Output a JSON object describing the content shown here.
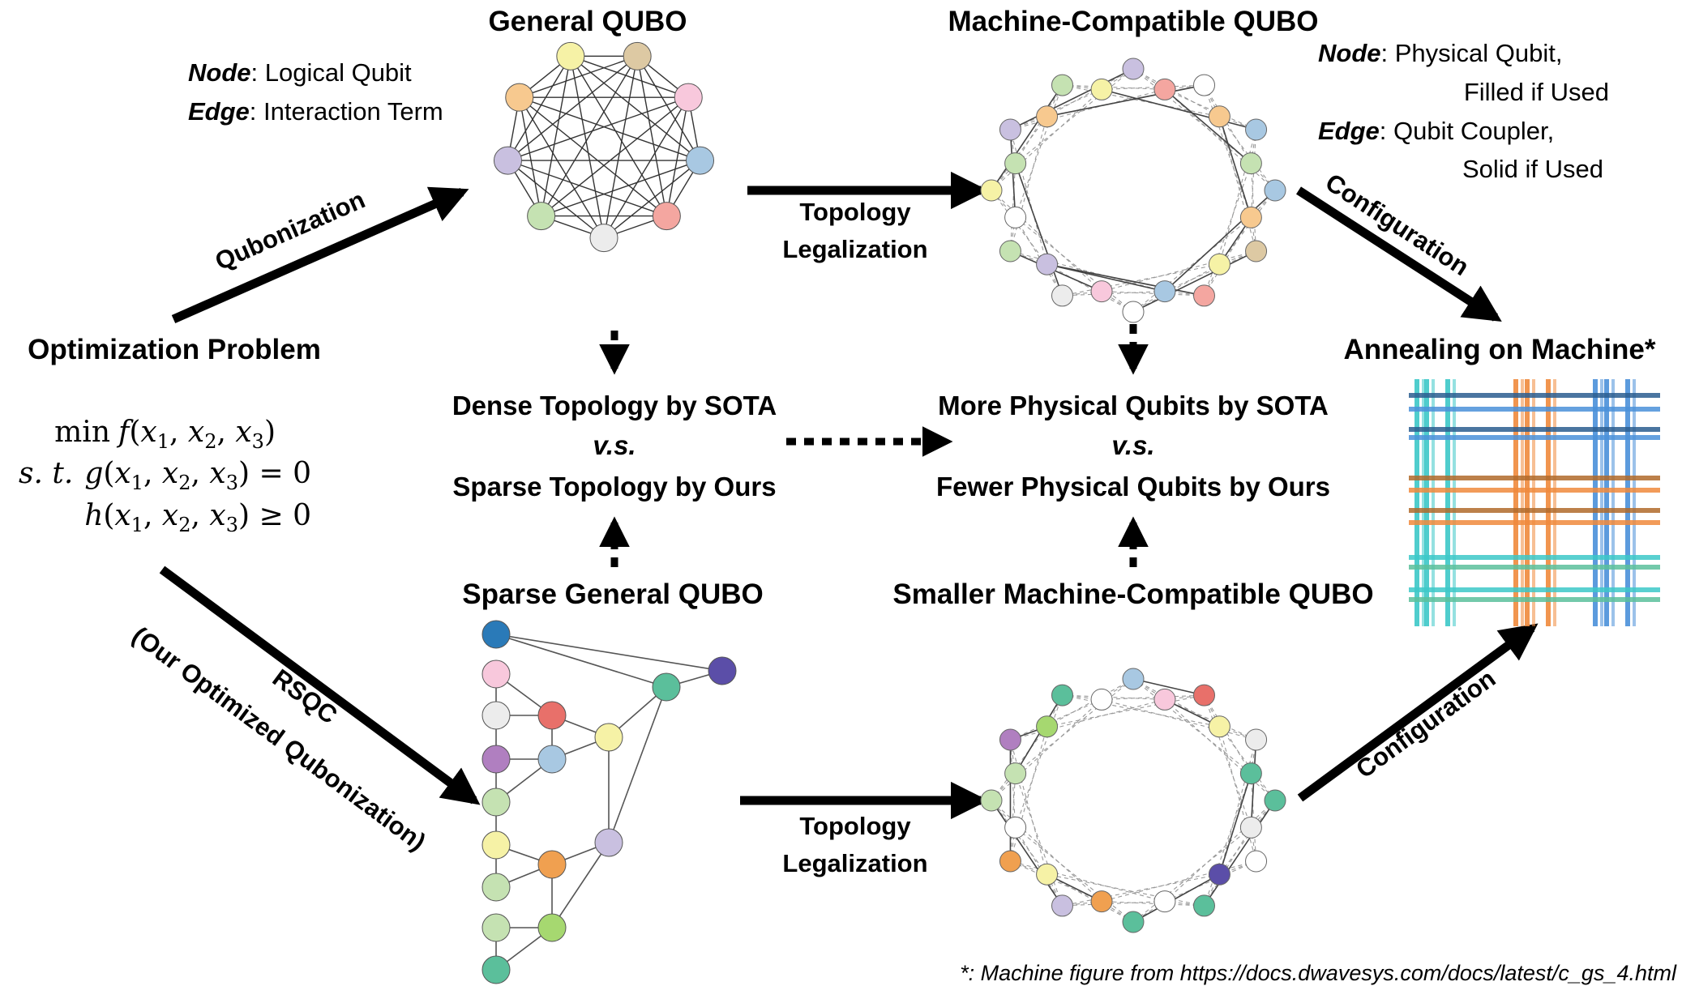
{
  "titles": {
    "general_qubo": "General QUBO",
    "machine_qubo": "Machine-Compatible QUBO",
    "optimization_problem": "Optimization Problem",
    "annealing": "Annealing on Machine*",
    "sparse_qubo": "Sparse General QUBO",
    "smaller_machine_qubo": "Smaller Machine-Compatible QUBO"
  },
  "legend_left": {
    "node_key": "Node",
    "node_val": ": Logical Qubit",
    "edge_key": "Edge",
    "edge_val": ": Interaction Term"
  },
  "legend_right": {
    "node_key": "Node",
    "node_val": ": Physical Qubit,",
    "node_val2": "Filled if Used",
    "edge_key": "Edge",
    "edge_val": ": Qubit Coupler,",
    "edge_val2": "Solid if Used"
  },
  "arrows": {
    "qubonization": "Qubonization",
    "topology_legalization_1": "Topology",
    "topology_legalization_2": "Legalization",
    "configuration": "Configuration",
    "rsqc_1": "RSQC",
    "rsqc_2": "(Our Optimized Qubonization)"
  },
  "comparison_left": {
    "line1": "Dense Topology by SOTA",
    "vs": "v.s.",
    "line2": "Sparse Topology by Ours"
  },
  "comparison_right": {
    "line1": "More Physical Qubits by SOTA",
    "vs": "v.s.",
    "line2": "Fewer Physical Qubits by Ours"
  },
  "equations": {
    "min_word": "min",
    "st_word": "s. t.",
    "rhs_eq": " = 0",
    "rhs_geq": " ≥ 0"
  },
  "footnote": "*: Machine figure from https://docs.dwavesys.com/docs/latest/c_gs_4.html",
  "colors": {
    "lavender": "#c9c0e0",
    "peach": "#f7c98f",
    "yellow": "#f6f2a6",
    "tan": "#ddc9a3",
    "pink": "#f8c8dc",
    "blue": "#a8c8e2",
    "salmon": "#f4a6a0",
    "green": "#c5e2b2",
    "gray": "#ececec",
    "dark_blue": "#2a7ab8",
    "purple": "#b07fc0",
    "teal": "#5bbf9b",
    "indigo": "#5b4ea8",
    "orange": "#f0a050",
    "red": "#e8706a",
    "lime": "#a6d870",
    "cyan_line": "#3cc8c8",
    "orange_line": "#f08a3c",
    "blue_line": "#4a90d9",
    "navy_line": "#2a5d8f",
    "brown_line": "#b06a2a"
  }
}
